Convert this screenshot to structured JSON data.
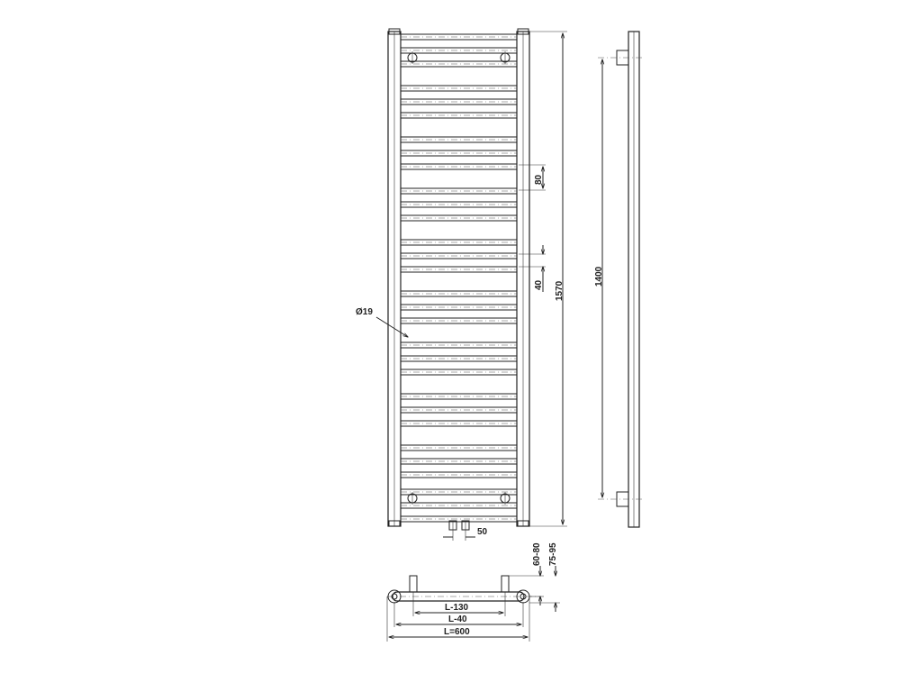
{
  "drawing": {
    "front_view": {
      "dim_total_height": "1570",
      "dim_tube_group": "80",
      "dim_tube_gap": "40",
      "dim_tube_diameter": "Ø19",
      "dim_connection": "50"
    },
    "side_view": {
      "dim_mount_height": "1400"
    },
    "top_view": {
      "dim_wall_distance_a": "60-80",
      "dim_wall_distance_b": "75-95",
      "dim_bracket_span": "L-130",
      "dim_inner_width": "L-40",
      "dim_overall_width": "L=600"
    }
  }
}
